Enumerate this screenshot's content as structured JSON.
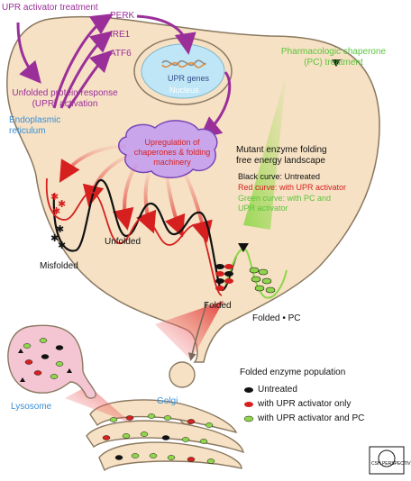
{
  "upr_activator_treatment": "UPR activator treatment",
  "sensors": {
    "perk": "PERK",
    "ire1": "IRE1",
    "atf6": "ATF6"
  },
  "nucleus": {
    "genes_label": "UPR genes",
    "nucleus_label": "Nucleus"
  },
  "upr_activation": {
    "line1": "Unfolded protein response",
    "line2": "(UPR) activation"
  },
  "er": {
    "line1": "Endoplasmic",
    "line2": "reticulum"
  },
  "pc_treatment": {
    "line1": "Pharmacologic chaperone",
    "line2": "(PC) treatment"
  },
  "upregulation": {
    "line1": "Upregulation of",
    "line2": "chaperones & folding",
    "line3": "machinery"
  },
  "landscape": {
    "title_line1": "Mutant enzyme folding",
    "title_line2": "free energy landscape",
    "black_curve": "Black curve: Untreated",
    "red_curve": "Red curve: with UPR activator",
    "green_curve_line1": "Green curve: with PC and",
    "green_curve_line2": "UPR activator"
  },
  "states": {
    "unfolded": "Unfolded",
    "misfolded": "Misfolded",
    "folded": "Folded",
    "folded_pc": "Folded • PC"
  },
  "legend": {
    "title": "Folded enzyme population",
    "untreated": "Untreated",
    "upr_only": "with UPR activator only",
    "upr_and_pc": "with UPR activator and PC"
  },
  "organelles": {
    "golgi": "Golgi",
    "lysosome": "Lysosome"
  },
  "logo": {
    "text": "CSH PERSPECTIVES"
  },
  "colors": {
    "er_fill": "#f6e1c4",
    "er_stroke": "#8a7860",
    "nucleus_fill": "#bfe6f6",
    "upr_purple": "#9b2f9a",
    "curve_red": "#d62020",
    "curve_green": "#8ed64a",
    "lysosome_fill": "#f4c6d4"
  }
}
